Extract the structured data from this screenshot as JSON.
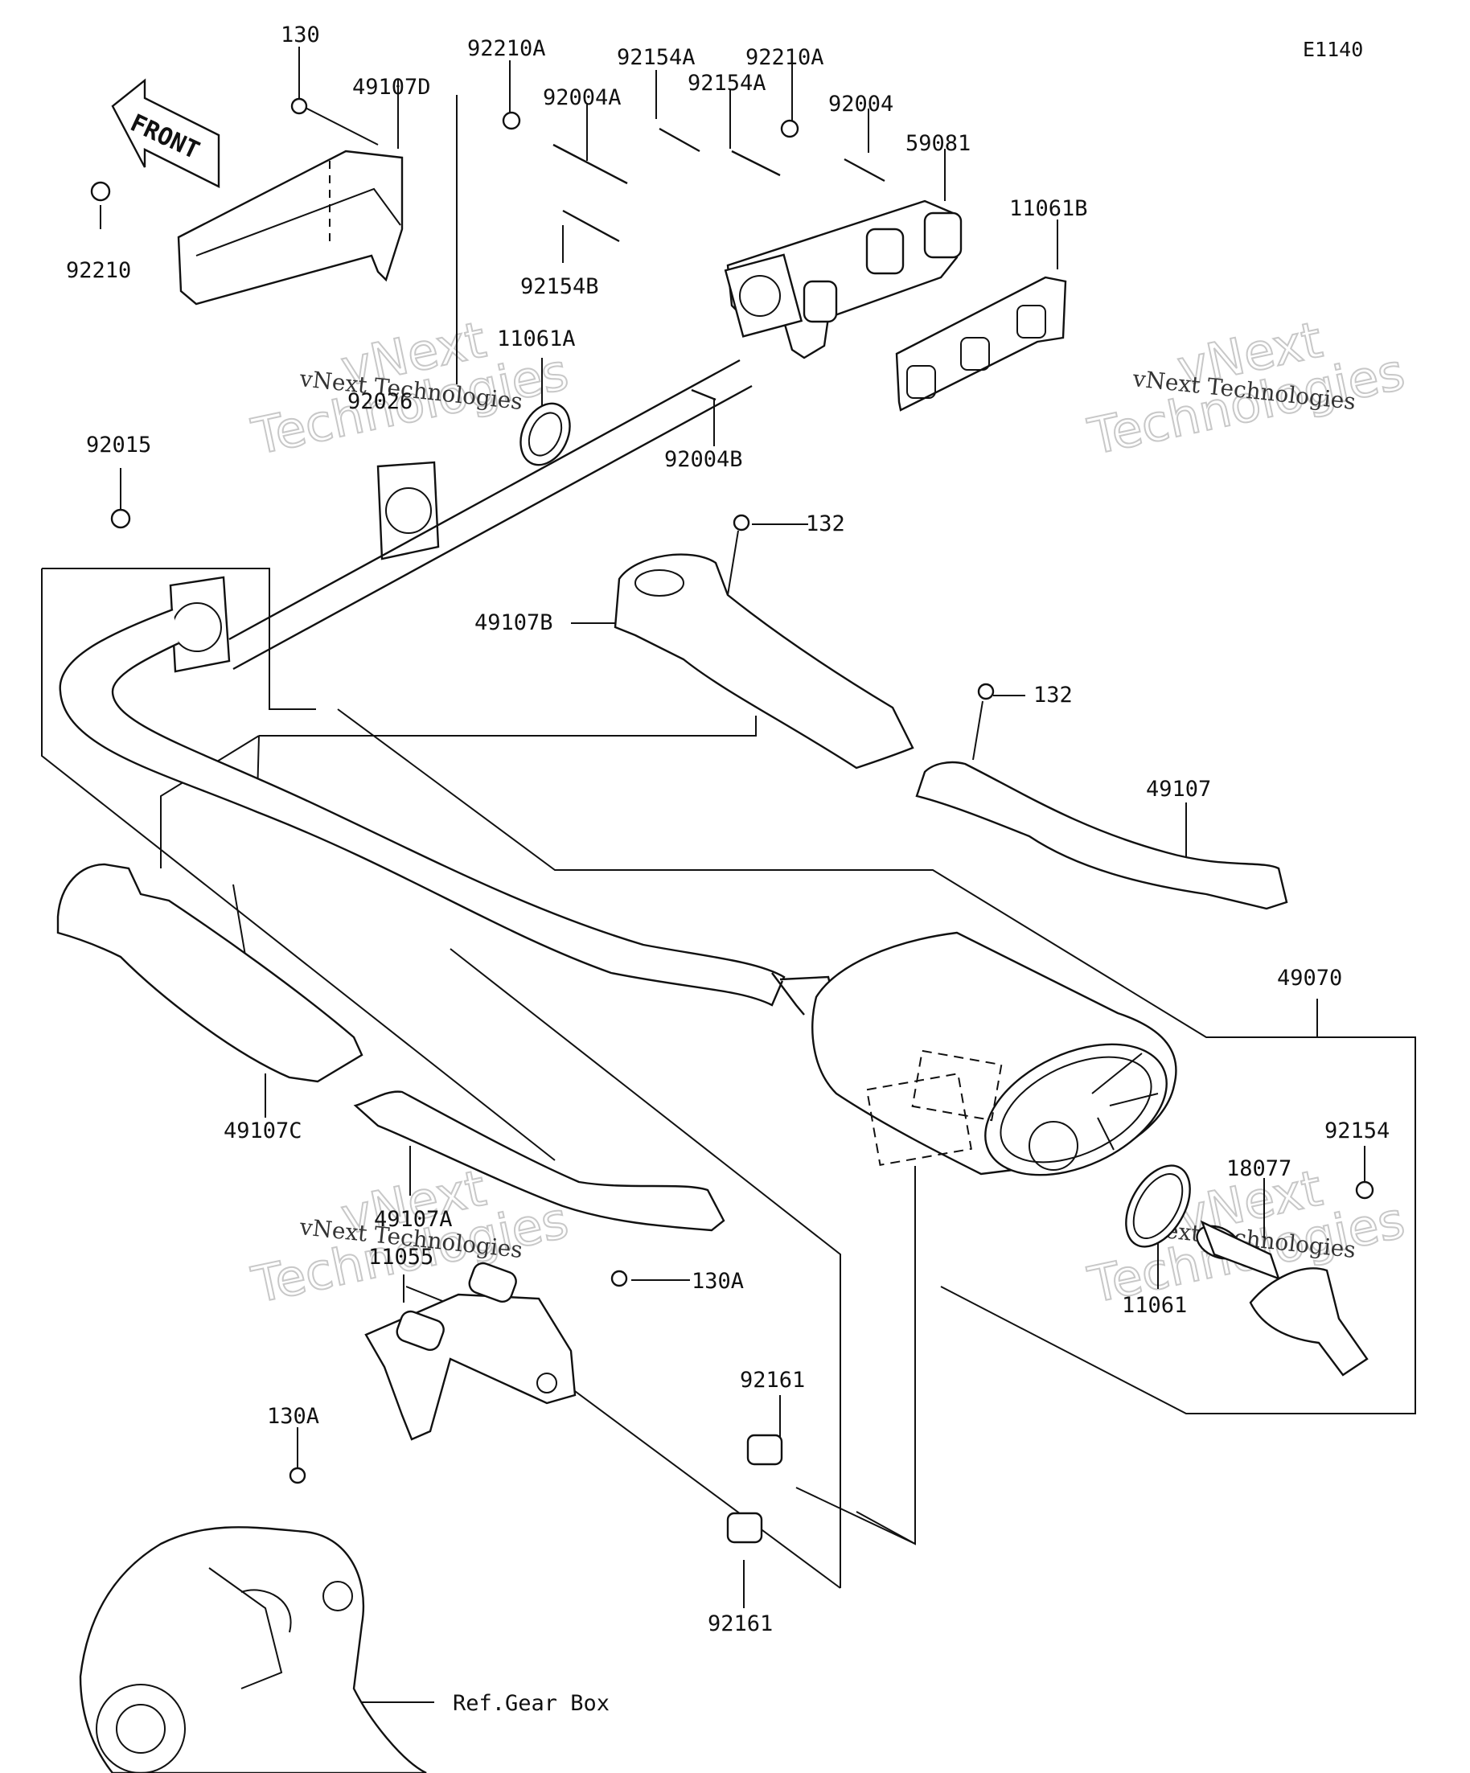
{
  "diagram": {
    "code": "E1140",
    "front_label": "FRONT",
    "reference_label": "Ref.Gear Box",
    "watermark_small": "vNext Technologies",
    "watermark_big_1": "vNext",
    "watermark_big_2": "Technologies",
    "parts": [
      {
        "id": "p130",
        "label": "130"
      },
      {
        "id": "p49107D",
        "label": "49107D"
      },
      {
        "id": "p92210A_1",
        "label": "92210A"
      },
      {
        "id": "p92154A_1",
        "label": "92154A"
      },
      {
        "id": "p92210A_2",
        "label": "92210A"
      },
      {
        "id": "p92004A",
        "label": "92004A"
      },
      {
        "id": "p92154A_2",
        "label": "92154A"
      },
      {
        "id": "p92004",
        "label": "92004"
      },
      {
        "id": "p59081",
        "label": "59081"
      },
      {
        "id": "p11061B",
        "label": "11061B"
      },
      {
        "id": "p92210",
        "label": "92210"
      },
      {
        "id": "p92154B",
        "label": "92154B"
      },
      {
        "id": "p11061A",
        "label": "11061A"
      },
      {
        "id": "p92026",
        "label": "92026"
      },
      {
        "id": "p92004B",
        "label": "92004B"
      },
      {
        "id": "p92015",
        "label": "92015"
      },
      {
        "id": "p132_1",
        "label": "132"
      },
      {
        "id": "p49107B",
        "label": "49107B"
      },
      {
        "id": "p132_2",
        "label": "132"
      },
      {
        "id": "p49107",
        "label": "49107"
      },
      {
        "id": "p49070",
        "label": "49070"
      },
      {
        "id": "p49107C",
        "label": "49107C"
      },
      {
        "id": "p92154",
        "label": "92154"
      },
      {
        "id": "p18077",
        "label": "18077"
      },
      {
        "id": "p49107A",
        "label": "49107A"
      },
      {
        "id": "p11055",
        "label": "11055"
      },
      {
        "id": "p130A_1",
        "label": "130A"
      },
      {
        "id": "p11061",
        "label": "11061"
      },
      {
        "id": "p92161_1",
        "label": "92161"
      },
      {
        "id": "p130A_2",
        "label": "130A"
      },
      {
        "id": "p92161_2",
        "label": "92161"
      }
    ]
  }
}
